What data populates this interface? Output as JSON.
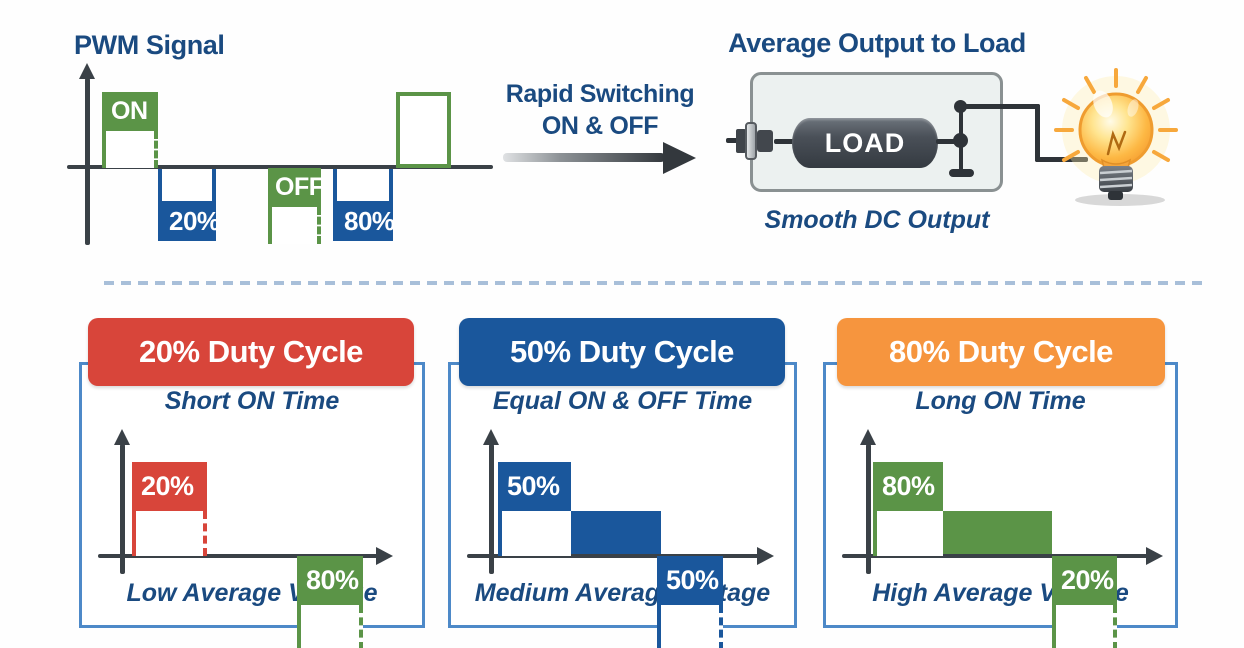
{
  "colors": {
    "green": "#5b9447",
    "blue": "#1a579c",
    "red": "#d8453a",
    "orange": "#f6953e",
    "navy": "#1a4a80",
    "axis": "#3a4147",
    "panel_border": "#4d89c8",
    "divider": "#a8bfd9"
  },
  "pwm_section": {
    "title": "PWM Signal",
    "on_label": "ON",
    "off_label": "OFF",
    "low1_label": "20%",
    "low2_label": "80%"
  },
  "transfer": {
    "line1": "Rapid Switching",
    "line2": "ON & OFF"
  },
  "output_section": {
    "title": "Average Output to Load",
    "load_label": "LOAD",
    "caption": "Smooth DC Output"
  },
  "panels": [
    {
      "header": "20% Duty Cycle",
      "header_color": "#d8453a",
      "subtitle": "Short ON Time",
      "pulse1_label": "20%",
      "pulse1_color": "#d8453a",
      "pulse2_label": "80%",
      "pulse2_color": "#5b9447",
      "caption": "Low Average Voltage"
    },
    {
      "header": "50% Duty Cycle",
      "header_color": "#1a579c",
      "subtitle": "Equal ON & OFF Time",
      "pulse1_label": "50%",
      "pulse1_color": "#1a579c",
      "pulse2_label": "50%",
      "pulse2_color": "#1a579c",
      "middle_fill_color": "#1a579c",
      "caption": "Medium Average Voltage"
    },
    {
      "header": "80% Duty Cycle",
      "header_color": "#f6953e",
      "subtitle": "Long ON Time",
      "pulse1_label": "80%",
      "pulse1_color": "#5b9447",
      "pulse2_label": "20%",
      "pulse2_color": "#5b9447",
      "middle_fill_color": "#5b9447",
      "caption": "High Average Voltage"
    }
  ]
}
